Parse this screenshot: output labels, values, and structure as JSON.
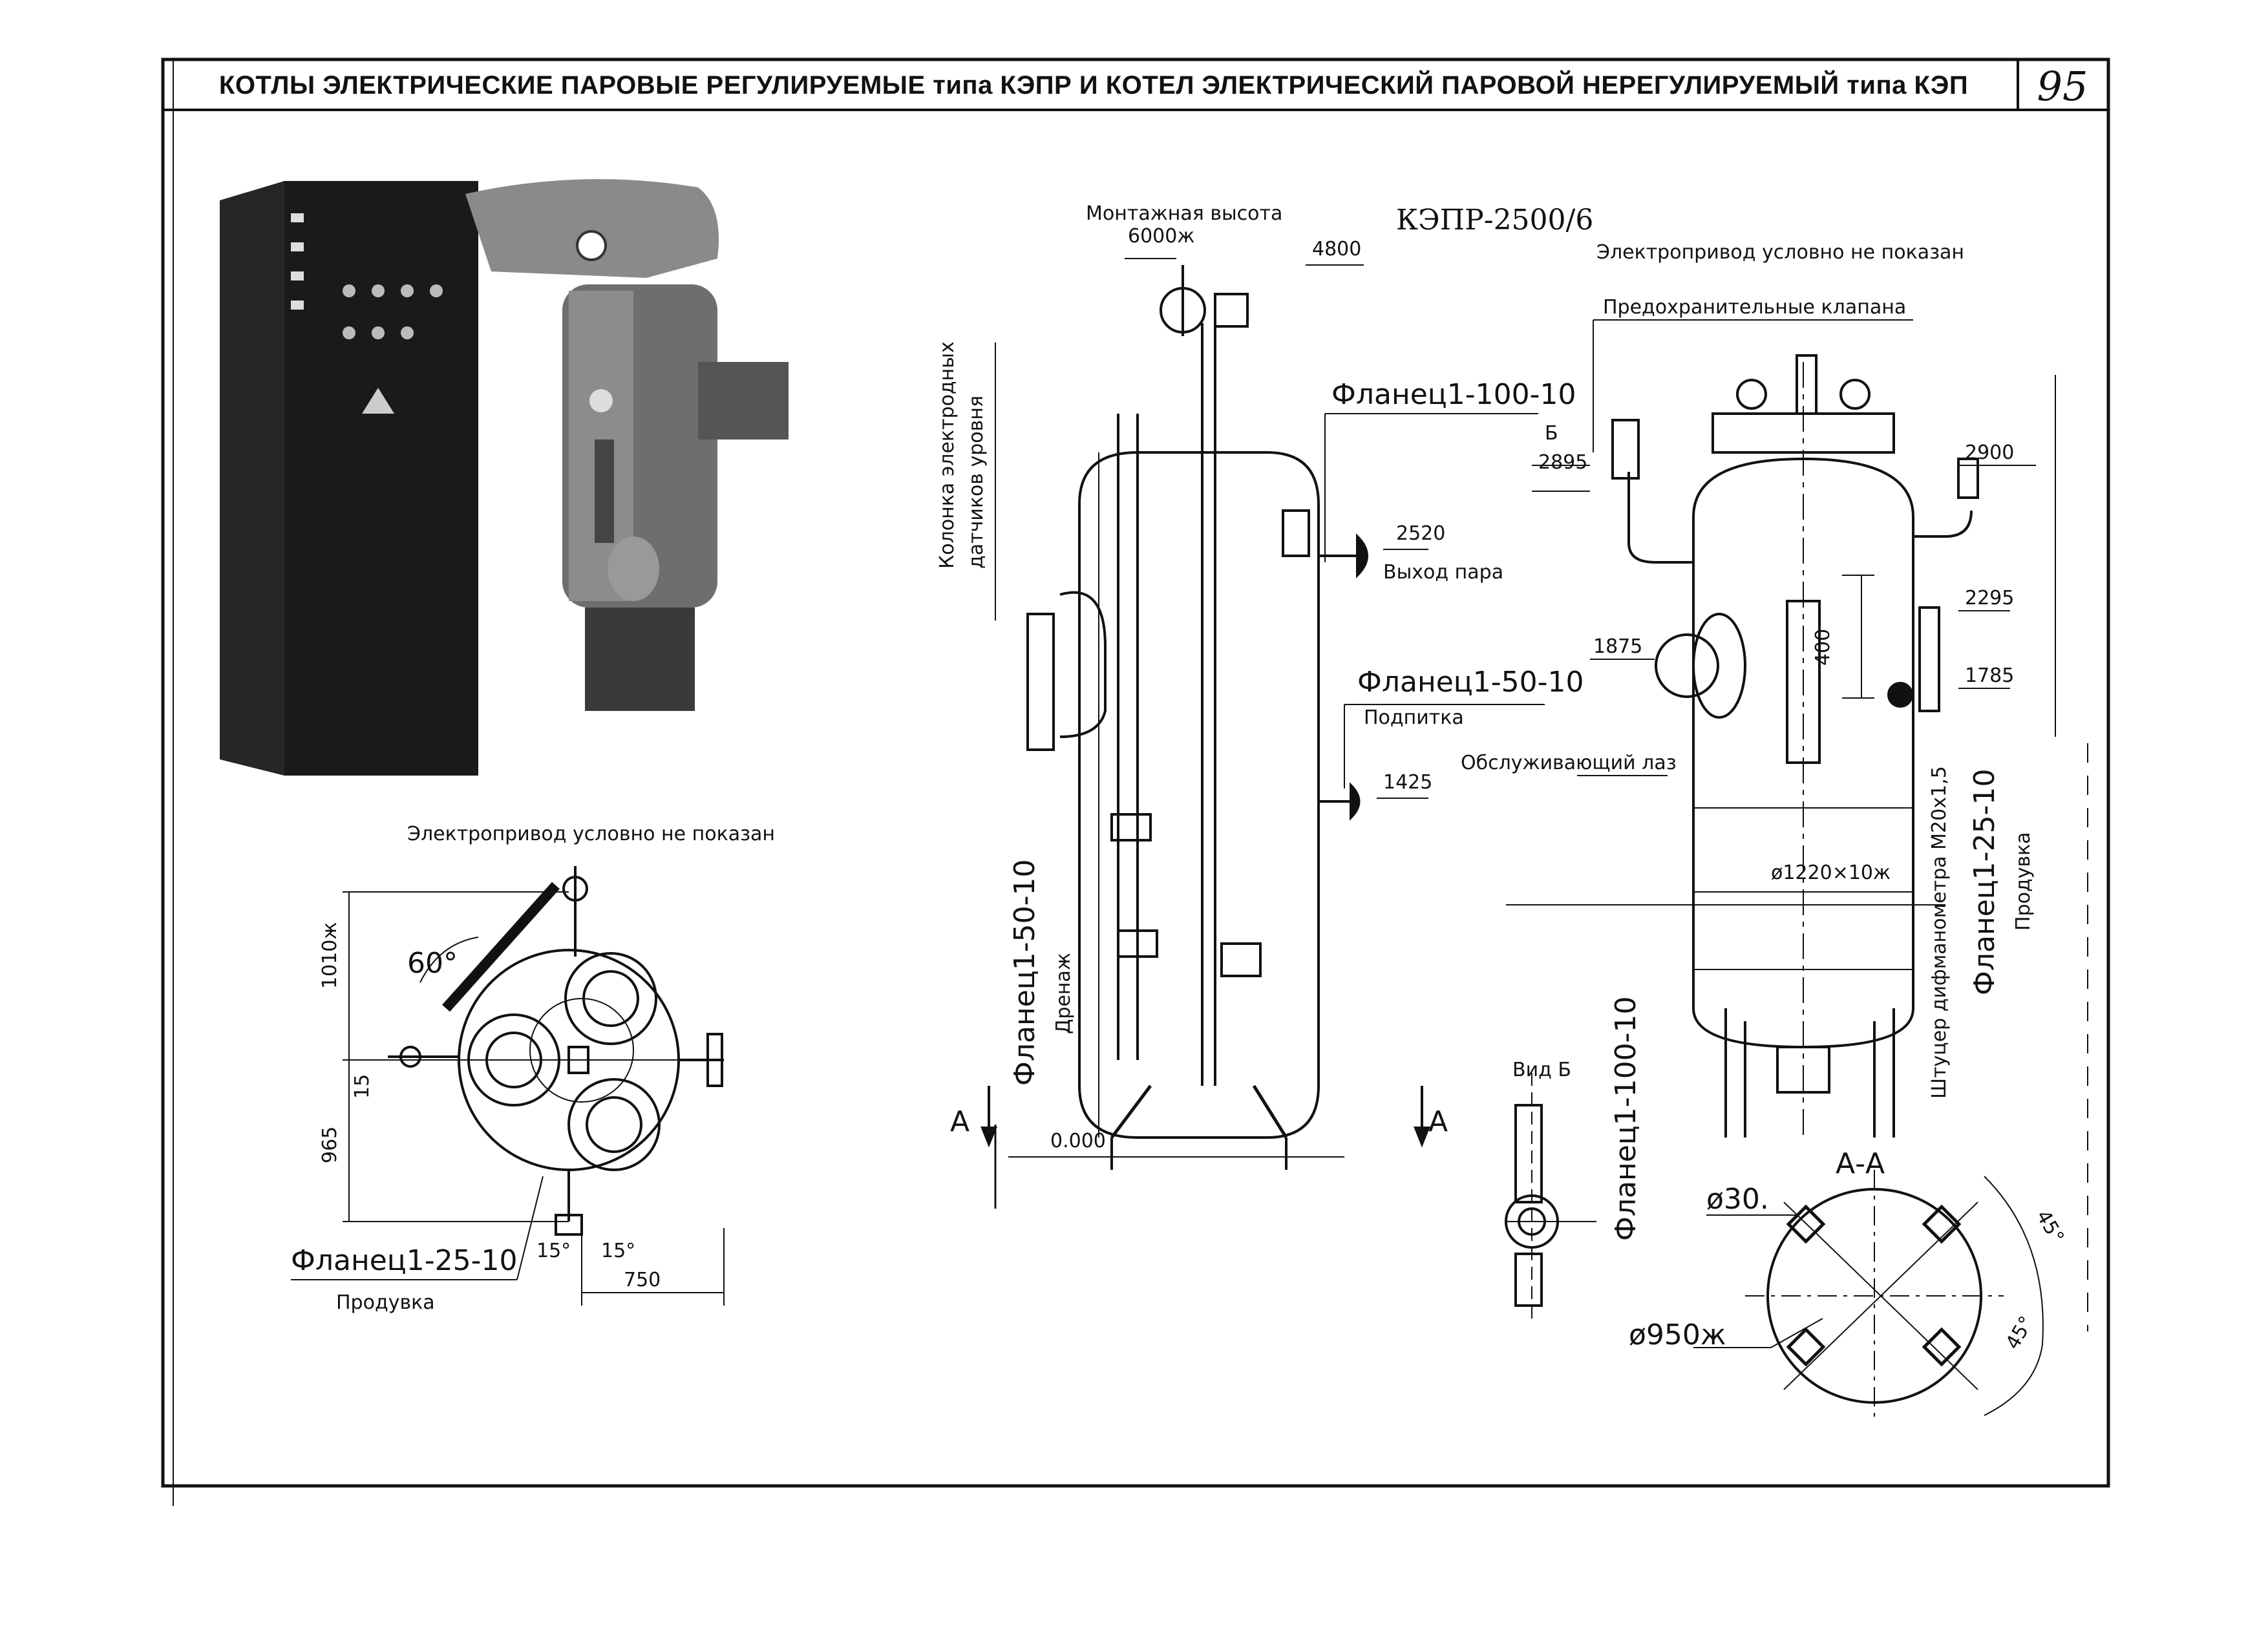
{
  "header": {
    "title": "КОТЛЫ ЭЛЕКТРИЧЕСКИЕ ПАРОВЫЕ РЕГУЛИРУЕМЫЕ типа КЭПР И КОТЕЛ ЭЛЕКТРИЧЕСКИЙ ПАРОВОЙ НЕРЕГУЛИРУЕМЫЙ типа КЭП",
    "page_number": "95"
  },
  "model": "КЭПР-2500/6",
  "notes": {
    "drive_top": "Электропривод условно не показан",
    "drive_plan": "Электропривод условно не показан"
  },
  "side_view": {
    "mount_height_label": "Монтажная высота",
    "mount_height_value": "6000ж",
    "elev_4800": "4800",
    "flange_steam": "Фланец1-100-10",
    "elev_2520": "2520",
    "steam_outlet": "Выход пара",
    "flange_feed": "Фланец1-50-10",
    "feed_label": "Подпитка",
    "elev_1425": "1425",
    "column_label_1": "Колонка электродных",
    "column_label_2": "датчиков уровня",
    "flange_drain": "Фланец1-50-10",
    "drain_label": "Дренаж",
    "elev_zero": "0.000",
    "section_mark": "А"
  },
  "front_view": {
    "safety_valves": "Предохранительные клапана",
    "view_mark_b": "Б",
    "elev_2895": "2895",
    "elev_2900": "2900",
    "elev_2295": "2295",
    "elev_1875": "1875",
    "elev_1785": "1785",
    "dim_400": "400",
    "manhole": "Обслуживающий лаз",
    "diameter": "ø1220×10ж",
    "pressure_fitting": "Штуцер дифманометра М20х1,5",
    "flange_blowdown": "Фланец1-25-10",
    "blowdown": "Продувка"
  },
  "plan_view": {
    "angle_60": "60°",
    "dim_1010": "1010ж",
    "dim_15": "15",
    "dim_965": "965",
    "angle_15a": "15°",
    "angle_15b": "15°",
    "dim_750": "750",
    "flange_blowdown": "Фланец1-25-10",
    "blowdown": "Продувка"
  },
  "view_b": {
    "title": "Вид Б",
    "flange": "Фланец1-100-10"
  },
  "section_aa": {
    "title": "А-А",
    "hole_dia": "ø30.",
    "bolt_circle": "ø950ж",
    "angle_1": "45°",
    "angle_2": "45°"
  },
  "photo": {
    "caption": ""
  }
}
